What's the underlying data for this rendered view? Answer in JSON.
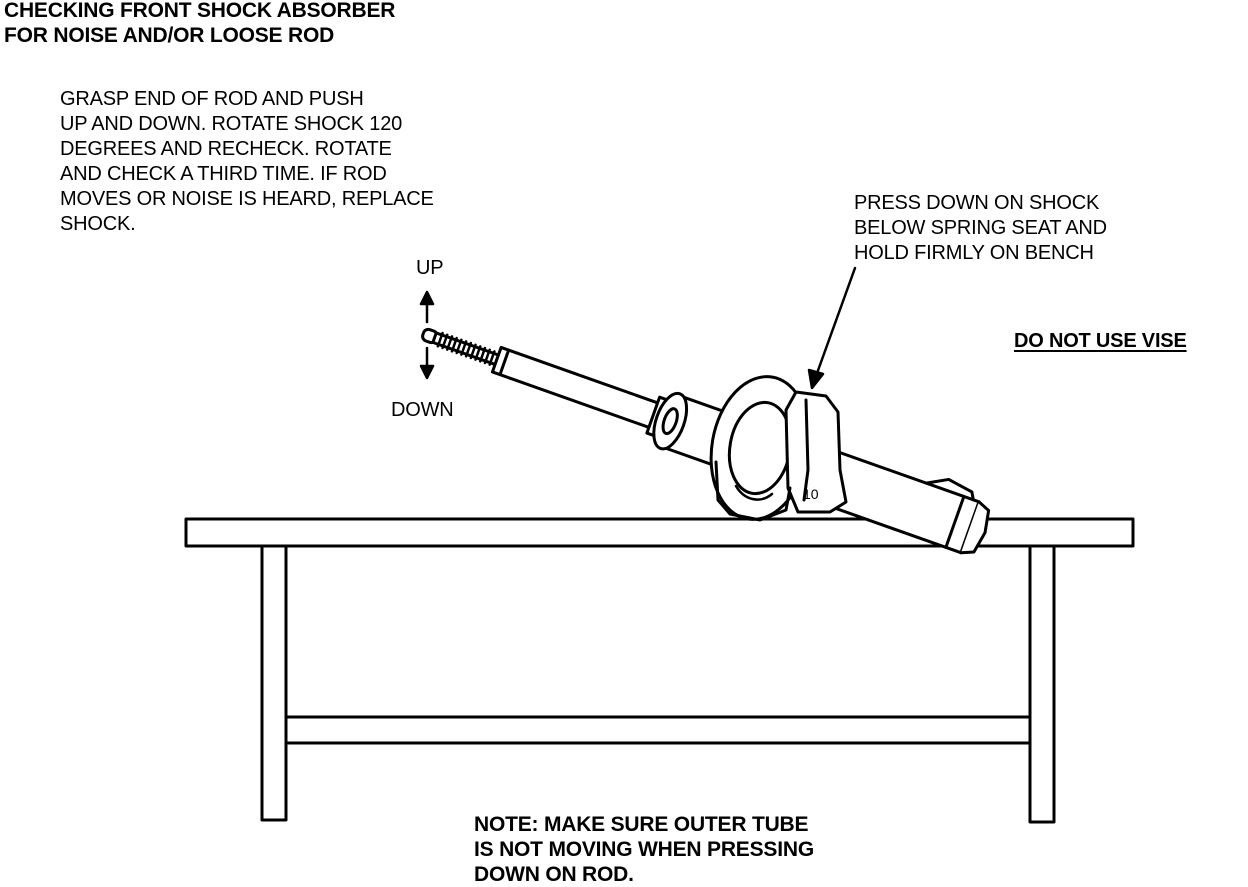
{
  "title": {
    "line1": "CHECKING FRONT SHOCK ABSORBER",
    "line2": "FOR NOISE AND/OR LOOSE ROD"
  },
  "instruction": {
    "lines": [
      "GRASP END OF ROD AND PUSH",
      "UP AND DOWN. ROTATE SHOCK 120",
      "DEGREES AND RECHECK. ROTATE",
      "AND CHECK A THIRD TIME. IF ROD",
      "MOVES OR NOISE IS HEARD, REPLACE",
      "SHOCK."
    ]
  },
  "callout": {
    "lines": [
      "PRESS DOWN ON SHOCK",
      "BELOW SPRING SEAT AND",
      "HOLD FIRMLY ON BENCH"
    ]
  },
  "warning": "DO NOT USE VISE",
  "labels": {
    "up": "UP",
    "down": "DOWN",
    "bracket_mark": "10"
  },
  "note": {
    "lines": [
      "NOTE:  MAKE SURE OUTER TUBE",
      "IS NOT MOVING WHEN PRESSING",
      "DOWN ON ROD."
    ]
  },
  "colors": {
    "ink": "#000000",
    "paper": "#ffffff"
  }
}
